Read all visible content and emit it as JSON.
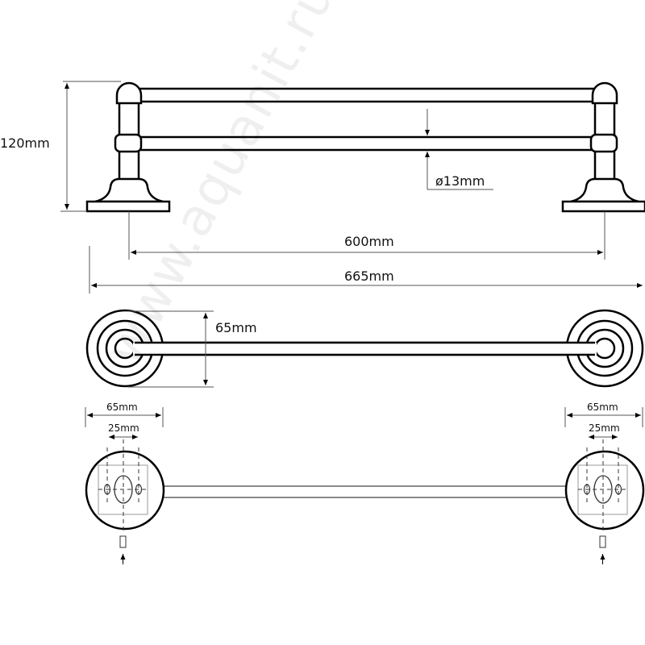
{
  "dimensions": {
    "height": "120mm",
    "bar_diameter": "ø13mm",
    "bar_length": "600mm",
    "total_length": "665mm",
    "depth": "65mm",
    "base_left_width": "65mm",
    "base_left_holes": "25mm",
    "base_right_width": "65mm",
    "base_right_holes": "25mm"
  },
  "watermark": "www.aquanit.ru"
}
